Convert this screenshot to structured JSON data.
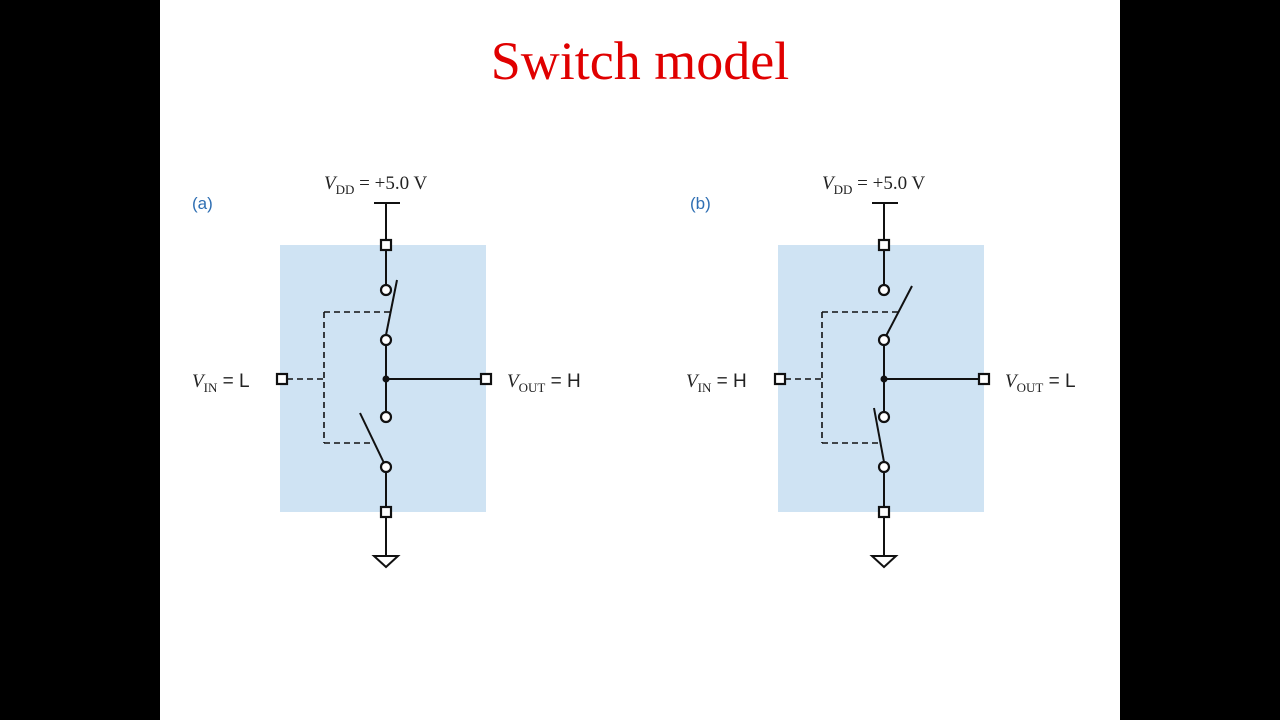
{
  "slide": {
    "title": "Switch model"
  },
  "diagram_a": {
    "part_label": "(a)",
    "vdd_symbol": "V",
    "vdd_subscript": "DD",
    "vdd_value": " = +5.0 V",
    "vin_symbol": "V",
    "vin_subscript": "IN",
    "vin_value": " = L",
    "vout_symbol": "V",
    "vout_subscript": "OUT",
    "vout_value": " = H"
  },
  "diagram_b": {
    "part_label": "(b)",
    "vdd_symbol": "V",
    "vdd_subscript": "DD",
    "vdd_value": " = +5.0 V",
    "vin_symbol": "V",
    "vin_subscript": "IN",
    "vin_value": " = H",
    "vout_symbol": "V",
    "vout_subscript": "OUT",
    "vout_value": " = L"
  },
  "colors": {
    "title": "#e00000",
    "panel_fill": "#cfe3f3",
    "part_label": "#2f6fb3"
  }
}
